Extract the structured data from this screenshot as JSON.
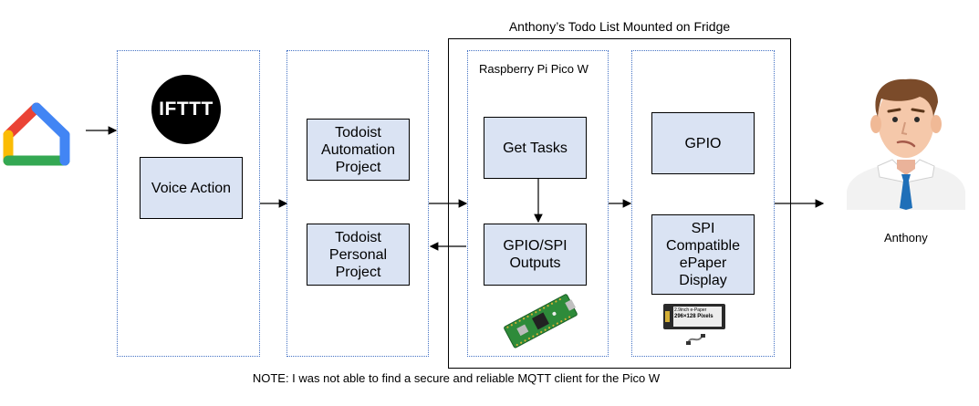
{
  "frame_title": "Anthony’s Todo List Mounted on Fridge",
  "ifttt": {
    "logo_text": "IFTTT",
    "voice_action": "Voice Action"
  },
  "todoist": {
    "automation": "Todoist Automation Project",
    "personal": "Todoist Personal Project"
  },
  "pico": {
    "title": "Raspberry Pi Pico W",
    "get_tasks": "Get Tasks",
    "outputs": "GPIO/SPI Outputs"
  },
  "display": {
    "gpio": "GPIO",
    "epaper": "SPI Compatible ePaper Display",
    "board_line1": "2.9inch e-Paper",
    "board_line2": "296×128 Pixels"
  },
  "person": {
    "name": "Anthony"
  },
  "note": "NOTE: I was not able to find a secure and reliable MQTT client for the Pico W",
  "colors": {
    "node_fill": "#dae3f3",
    "dotted_border": "#4472c4",
    "google_home_red": "#ea4335",
    "google_home_yellow": "#fbbc04",
    "google_home_green": "#34a853",
    "google_home_blue": "#4285f4",
    "pico_green": "#2e8b3a"
  }
}
